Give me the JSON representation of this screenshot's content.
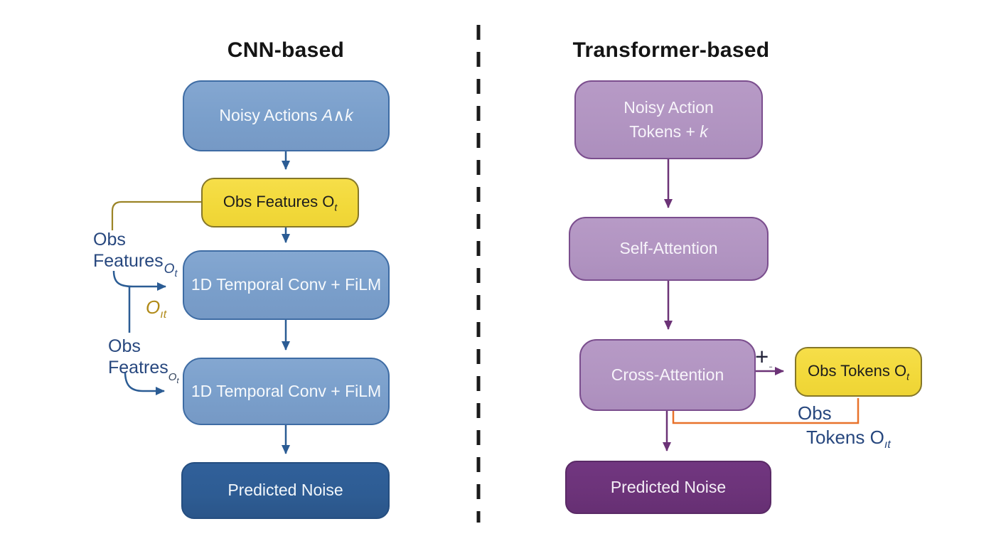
{
  "titles": {
    "cnn": "CNN-based",
    "transformer": "Transformer-based"
  },
  "cnn": {
    "noisy_actions": {
      "text": "Noisy Actions ",
      "var_a": "A",
      "caret": "∧",
      "var_k": "k"
    },
    "obs_features_box": {
      "text": "Obs Features O",
      "sub": "t"
    },
    "conv1": {
      "text": "1D Temporal Conv + FiLM"
    },
    "conv2": {
      "text": "1D Temporal Conv + FiLM"
    },
    "predicted_noise": {
      "text": "Predicted Noise"
    },
    "side_label_top": {
      "line1": "Obs",
      "line2": "Features",
      "var": "O",
      "sub": "t"
    },
    "film_symbol": {
      "var": "O",
      "sub": "ıt"
    },
    "side_label_bottom": {
      "line1": "Obs",
      "line2": "Featres",
      "var": "O",
      "sub": "t"
    }
  },
  "transformer": {
    "noisy_tokens": {
      "line1": "Noisy Action",
      "line2": "Tokens + ",
      "var_k": "k"
    },
    "self_attention": {
      "text": "Self-Attention"
    },
    "cross_attention": {
      "text": "Cross-Attention"
    },
    "plus_symbol": {
      "text": "+",
      "sub": "-"
    },
    "obs_tokens_box": {
      "text": "Obs Tokens O",
      "sub": "t"
    },
    "side_label": {
      "line1": "Obs",
      "line2": "Tokens O",
      "sub": "ıt"
    },
    "predicted_noise": {
      "text": "Predicted Noise"
    }
  },
  "colors": {
    "cnn_box_fill": "#7BA0CC",
    "cnn_box_border": "#3E6CA4",
    "cnn_dark_fill": "#2E5C93",
    "yellow_fill": "#F2D93A",
    "yellow_border": "#857729",
    "transformer_box_fill": "#B194C1",
    "transformer_box_border": "#7B4E8E",
    "transformer_dark_fill": "#6C3379",
    "arrow_blue": "#2B5C94",
    "arrow_purple": "#6C3377",
    "accent_orange": "#E8722B",
    "accent_olive": "#9B8426",
    "label_navy": "#27477E",
    "label_olive": "#B08A18",
    "divider_black": "#1A1A1A"
  }
}
